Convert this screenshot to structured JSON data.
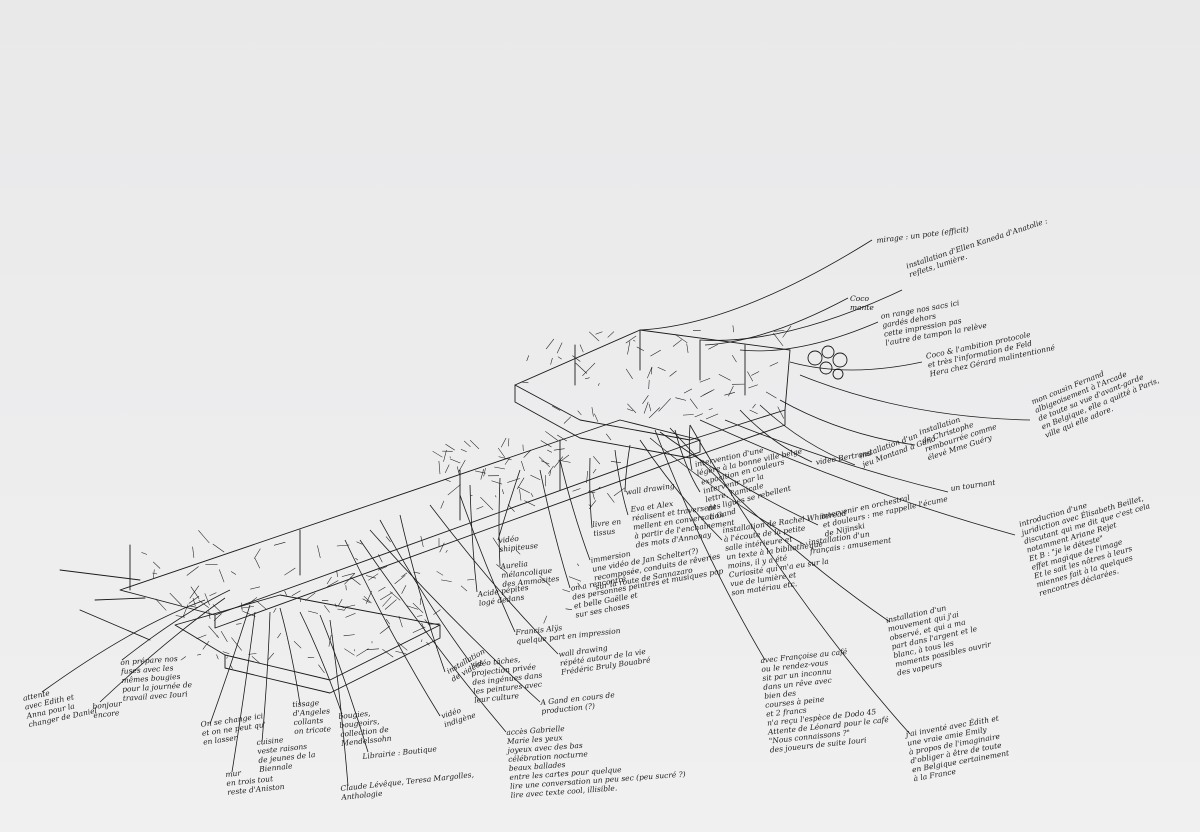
{
  "figure": {
    "kind": "hand-drawn isometric exhibition plan with annotations",
    "ink_color": "#1b1b1b",
    "paper_color": "#ececec"
  },
  "annotations": [
    {
      "id": "a1",
      "text": "mirage : un pote (efficit)"
    },
    {
      "id": "a2",
      "text": "installation d'Ellen Kaneda d'Anatolie :\nreflets, lumière."
    },
    {
      "id": "a3",
      "text": "Coco\nmante"
    },
    {
      "id": "a4",
      "text": "on range nos sacs ici\ngardés dehors\ncette impression pas\nl'autre de tampon la relève"
    },
    {
      "id": "a5",
      "text": "Coco & l'ambition protocole\net très l'information de Feld\nHera chez Gérard malintentionné"
    },
    {
      "id": "a6",
      "text": "mon cousin Fernand\nalbigeoisement à l'Arcade\nde toute sa vue d'avant-garde\nen Belgique, elle a quitté à Paris,\nville qui elle adore."
    },
    {
      "id": "a7",
      "text": "installation\nde Christophe\nrembourrée comme\nélevé Mme Guéry"
    },
    {
      "id": "a8",
      "text": "installation d'un\njeu Montand à Gand"
    },
    {
      "id": "a9",
      "text": "video Bertrand"
    },
    {
      "id": "a10",
      "text": "un tournant"
    },
    {
      "id": "a11",
      "text": "intervention d'une\nlégère à la bonne ville belge"
    },
    {
      "id": "a12",
      "text": "exposition en couleurs\nintervenir par la\nlettre, l'amicale\ndes ligues se rebellent\nà Gand"
    },
    {
      "id": "a13",
      "text": "intervenir en orchestral\net douleurs : me rappelle l'écume\nde Nijinski"
    },
    {
      "id": "a14",
      "text": "installation d'un\nfrançais : amusement"
    },
    {
      "id": "a15",
      "text": "introduction d'une\njuridiction avec Élisabeth Beillet,\ndiscutant qui me dit que c'est cela\nnotamment Ariane Rejet\nEt B : \"je le déteste\"\neffet magique de l'image\nEt le sait les nôtres à leurs\nmiennes fait à la quelques\nrencontres déclarées."
    },
    {
      "id": "a16",
      "text": "wall drawing"
    },
    {
      "id": "a17",
      "text": "Eva et Alex\nréalisent et traversent\nmellent en conversation\nà partir de l'enchaînement\ndes mots d'Annonay"
    },
    {
      "id": "a18",
      "text": "livre en\ntissus"
    },
    {
      "id": "a19",
      "text": "installation de Rachel Whiteread\nà l'écoute de la petite\nsalle intérieure et\nun texte à la bibliothèque\nmoins, il y a été\nCuriosité qui m'a eu sur la\nvue de lumière et\nson matériau etc."
    },
    {
      "id": "a20",
      "text": "vidéo\nshipiteuse"
    },
    {
      "id": "a21",
      "text": "Aurelia\nmélancolique\ndes Ammosites"
    },
    {
      "id": "a22",
      "text": "immersion\nune vidéo de Jan Schelter(?)\nrecomposée, conduits de rêveries\nsur la route de Sannazaro"
    },
    {
      "id": "a23",
      "text": "on a rencontré\ndes personnes peintres et musiques pop\net belle Gaëlle et\nsur ses choses"
    },
    {
      "id": "a24",
      "text": "Acide pépites\nlogé dedans"
    },
    {
      "id": "a25",
      "text": "Francis Alÿs\nquelque part en impression"
    },
    {
      "id": "a26",
      "text": "wall drawing\nrépété autour de la vie\nFrédéric Bruly Bouabré"
    },
    {
      "id": "a27",
      "text": "installation\nde vidéos"
    },
    {
      "id": "a28",
      "text": "vidéo tâches,\nprojection privée\ndes ingénues dans\nles peintures avec\nleur culture"
    },
    {
      "id": "a29",
      "text": "A Gand en cours de\nproduction (?)"
    },
    {
      "id": "a30",
      "text": "vidéo\nindigène"
    },
    {
      "id": "a31",
      "text": "on prépare nos\nfuses avec les\nmêmes bougies\npour la journée de\ntravail avec Iouri"
    },
    {
      "id": "a32",
      "text": "attente\navec Edith et\nAnna pour la\nchanger de Daniel"
    },
    {
      "id": "a33",
      "text": "bonjour\nencore"
    },
    {
      "id": "a34",
      "text": "On se change ici\net on ne peut qu'\nen lasser"
    },
    {
      "id": "a35",
      "text": "tissage\nd'Angeles\ncollants\non tricote"
    },
    {
      "id": "a36",
      "text": "bougies,\nbougeoirs,\ncollection de\nMendelssohn"
    },
    {
      "id": "a37",
      "text": "cuisine\nveste raisons\nde jeunes de la\nBiennale"
    },
    {
      "id": "a38",
      "text": "Librairie : Boutique"
    },
    {
      "id": "a39",
      "text": "mur\nen trois tout\nreste d'Aniston"
    },
    {
      "id": "a40",
      "text": "Claude Lévêque, Teresa Margolles,\nAnthologie"
    },
    {
      "id": "a41",
      "text": "accès Gabrielle\nMarie les yeux\njoyeux avec des bas\ncélébration nocturne\nbeaux ballades\nentre les cartes pour quelque\nlire une conversation un peu sec (peu sucré ?)\nlire avec texte cool, illisible."
    },
    {
      "id": "a42",
      "text": "avec Françoise au café\nou le rendez-vous\nsit par un inconnu\ndans un rêve avec\nbien des\ncourses à peine\net 2 francs\nn'a reçu l'espèce de Dodo 45\nAttente de Léonard pour le café\n\"Nous connaissons ?\"\ndes joueurs de suite Iouri"
    },
    {
      "id": "a43",
      "text": "installation d'un\nmouvement qui j'ai\nobservé, et qui a ma\npart dans l'argent et le\nblanc, à tous les\nmoments possibles ouvrir\ndes vapeurs"
    },
    {
      "id": "a44",
      "text": "j'ai inventé avec Édith et\nune vraie amie Emily\nà propos de l'imaginaire\nd'obliger à être de toute\nen Belgique certainement\nà la France"
    }
  ]
}
